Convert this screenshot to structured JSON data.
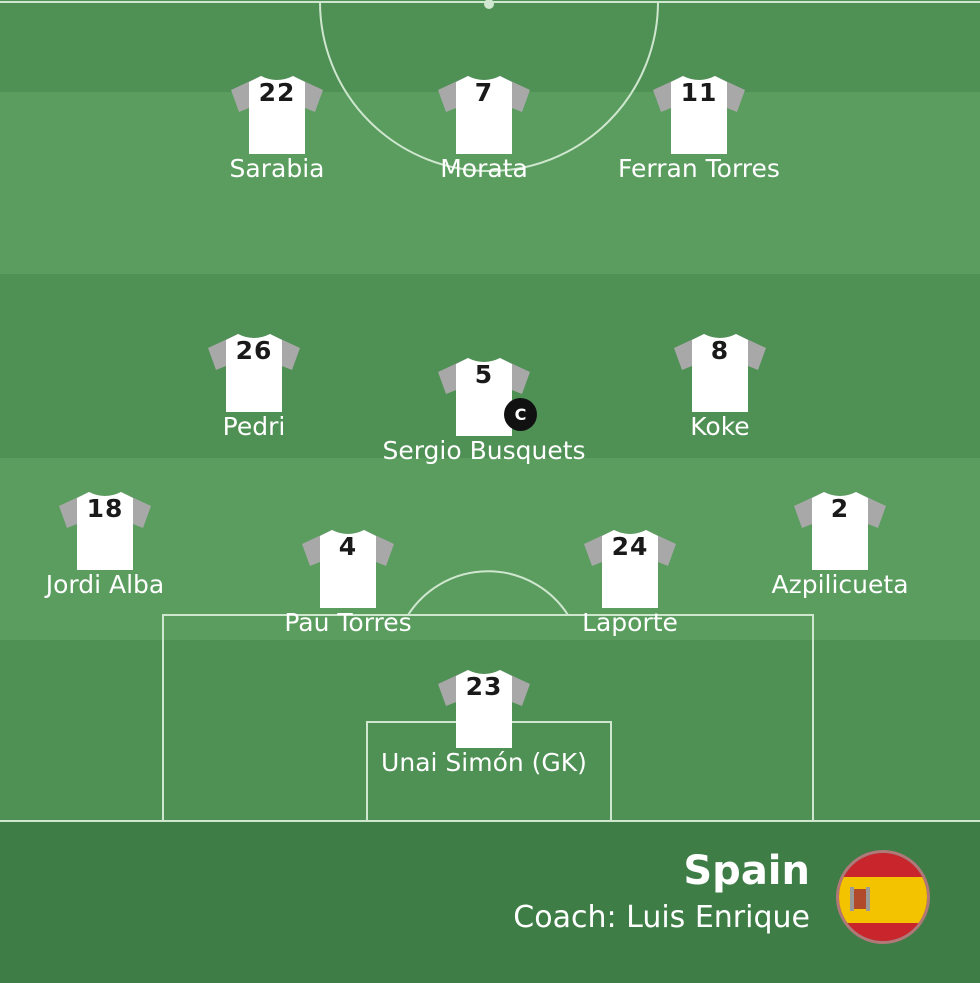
{
  "colors": {
    "pitch_light": "#5b9f60",
    "pitch_dark": "#4e8f54",
    "footer": "#3f7d47",
    "line": "#cfe6cf",
    "shirt_body": "#ffffff",
    "shirt_sleeve": "#a8a8a8",
    "flag_red": "#c8262c",
    "flag_yellow": "#f4c300"
  },
  "lineup": {
    "forwards": [
      {
        "number": "22",
        "name": "Sarabia"
      },
      {
        "number": "7",
        "name": "Morata"
      },
      {
        "number": "11",
        "name": "Ferran Torres"
      }
    ],
    "midfielders": [
      {
        "number": "26",
        "name": "Pedri"
      },
      {
        "number": "5",
        "name": "Sergio Busquets",
        "captain_badge": "C"
      },
      {
        "number": "8",
        "name": "Koke"
      }
    ],
    "defenders": [
      {
        "number": "18",
        "name": "Jordi Alba"
      },
      {
        "number": "4",
        "name": "Pau Torres"
      },
      {
        "number": "24",
        "name": "Laporte"
      },
      {
        "number": "2",
        "name": "Azpilicueta"
      }
    ],
    "goalkeeper": [
      {
        "number": "23",
        "name": "Unai Simón (GK)"
      }
    ]
  },
  "team": {
    "name": "Spain",
    "coach": "Coach: Luis Enrique",
    "flag_icon": "spain-flag-icon"
  }
}
